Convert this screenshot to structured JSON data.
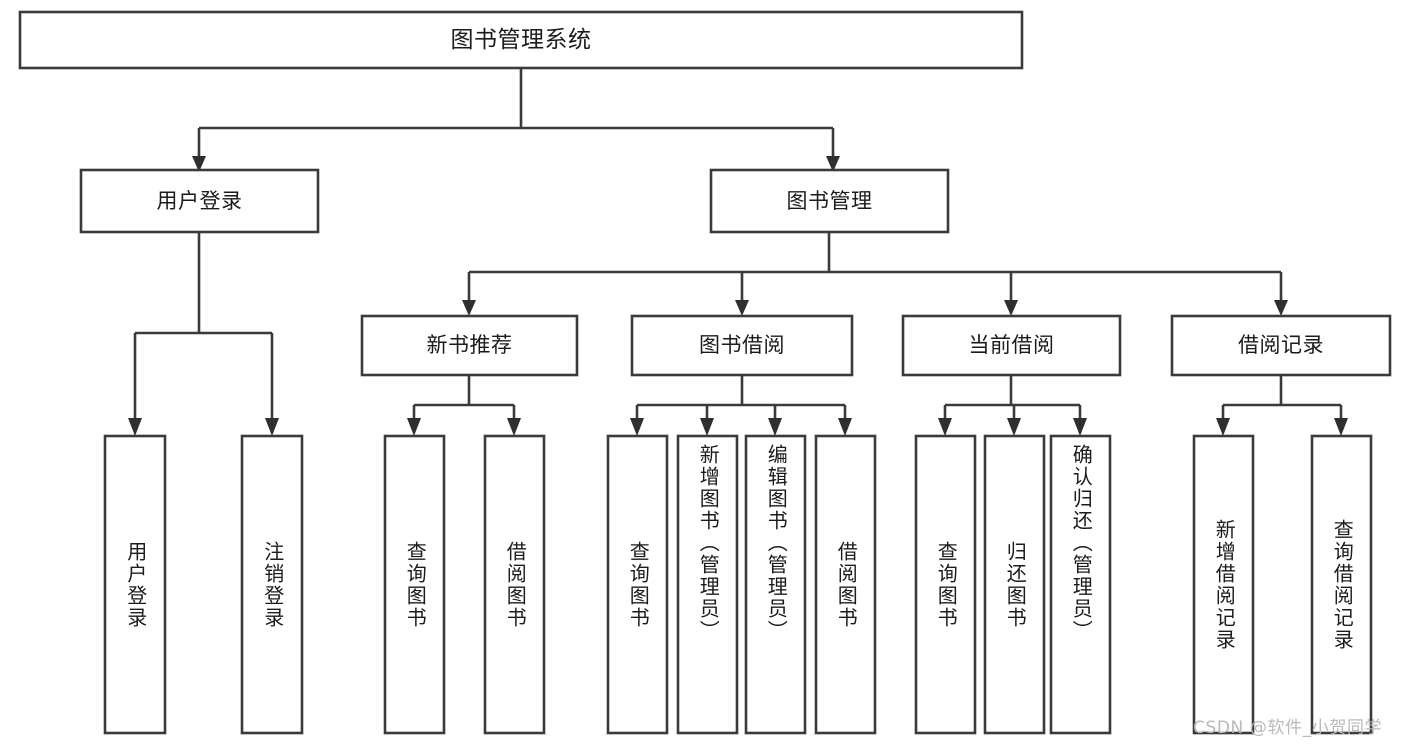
{
  "diagram": {
    "type": "tree",
    "title": "图书管理系统",
    "root": {
      "id": "root",
      "label": "图书管理系统"
    },
    "level2": [
      {
        "id": "user-login",
        "label": "用户登录"
      },
      {
        "id": "book-manage",
        "label": "图书管理"
      }
    ],
    "level3": [
      {
        "id": "new-book-recommend",
        "label": "新书推荐",
        "parent": "book-manage"
      },
      {
        "id": "book-borrow",
        "label": "图书借阅",
        "parent": "book-manage"
      },
      {
        "id": "current-borrow",
        "label": "当前借阅",
        "parent": "book-manage"
      },
      {
        "id": "borrow-record",
        "label": "借阅记录",
        "parent": "book-manage"
      }
    ],
    "leaves": {
      "user_login": [
        {
          "id": "leaf-user-login",
          "label": "用户登录"
        },
        {
          "id": "leaf-user-logout",
          "label": "注销登录"
        }
      ],
      "new_book_recommend": [
        {
          "id": "leaf-query-book-1",
          "label": "查询图书"
        },
        {
          "id": "leaf-borrow-book-1",
          "label": "借阅图书"
        }
      ],
      "book_borrow": [
        {
          "id": "leaf-query-book-2",
          "label": "查询图书"
        },
        {
          "id": "leaf-add-book",
          "label": "新增图书（管理员）"
        },
        {
          "id": "leaf-edit-book",
          "label": "编辑图书（管理员）"
        },
        {
          "id": "leaf-borrow-book-2",
          "label": "借阅图书"
        }
      ],
      "current_borrow": [
        {
          "id": "leaf-query-book-3",
          "label": "查询图书"
        },
        {
          "id": "leaf-return-book",
          "label": "归还图书"
        },
        {
          "id": "leaf-confirm-return",
          "label": "确认归还（管理员）"
        }
      ],
      "borrow_record": [
        {
          "id": "leaf-add-record",
          "label": "新增借阅记录"
        },
        {
          "id": "leaf-query-record",
          "label": "查询借阅记录"
        }
      ]
    }
  },
  "watermark": {
    "text": "CSDN @软件_小贺同学"
  },
  "colors": {
    "box_stroke": "#3a3a3a",
    "connector": "#3a3a3a",
    "text": "#1b1b1b",
    "background": "#ffffff",
    "watermark": "#b9b9b9"
  }
}
